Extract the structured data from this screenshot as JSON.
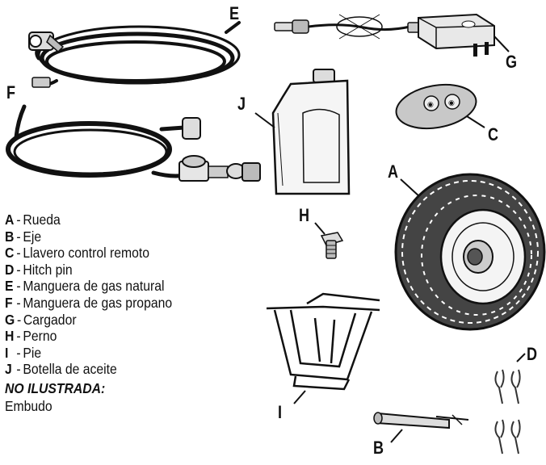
{
  "callouts": {
    "A": "A",
    "B": "B",
    "C": "C",
    "D": "D",
    "E": "E",
    "F": "F",
    "G": "G",
    "H": "H",
    "I": "I",
    "J": "J"
  },
  "legend": [
    {
      "key": "A",
      "sep": "-",
      "label": "Rueda"
    },
    {
      "key": "B",
      "sep": "-",
      "label": "Eje"
    },
    {
      "key": "C",
      "sep": "-",
      "label": "Llavero control remoto"
    },
    {
      "key": "D",
      "sep": "-",
      "label": "Hitch pin"
    },
    {
      "key": "E",
      "sep": "-",
      "label": "Manguera de gas natural"
    },
    {
      "key": "F",
      "sep": "-",
      "label": "Manguera de gas propano"
    },
    {
      "key": "G",
      "sep": "-",
      "label": "Cargador"
    },
    {
      "key": "H",
      "sep": "-",
      "label": "Perno"
    },
    {
      "key": "I",
      "sep": "-",
      "label": "Pie"
    },
    {
      "key": "J",
      "sep": "-",
      "label": "Botella de aceite"
    }
  ],
  "not_illustrated": {
    "heading": "NO ILUSTRADA:",
    "items": [
      "Embudo"
    ]
  },
  "colors": {
    "ink": "#111111",
    "paper": "#ffffff",
    "shade": "#d9d9d9"
  }
}
